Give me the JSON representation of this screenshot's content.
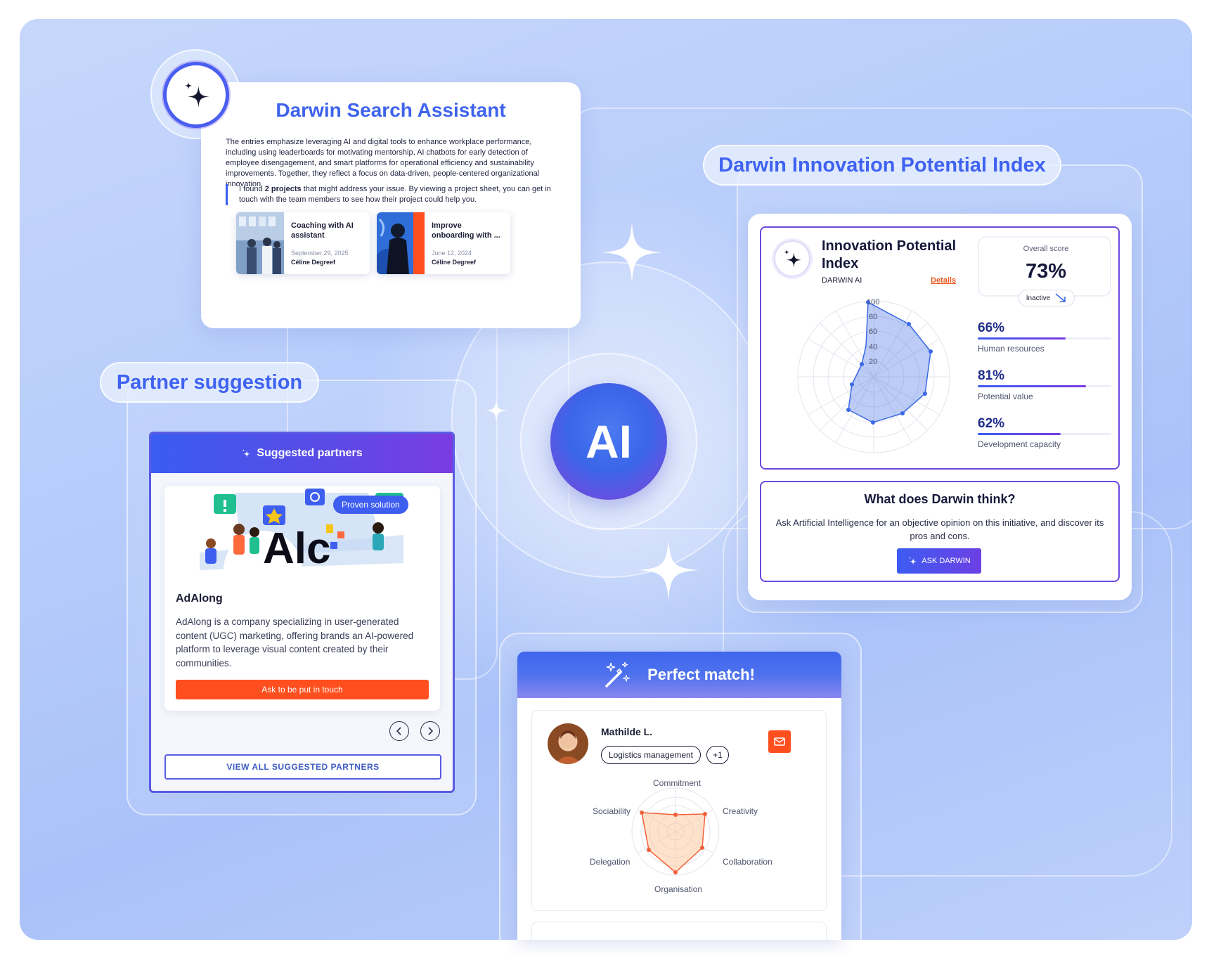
{
  "search_assistant": {
    "title": "Darwin Search Assistant",
    "summary": "The entries emphasize leveraging AI and digital tools to enhance workplace performance, including using leaderboards for motivating mentorship, AI chatbots for early detection of employee disengagement, and smart platforms for operational efficiency and sustainability improvements. Together, they reflect a focus on data-driven, people-centered organizational innovation.",
    "quote_before": "I found ",
    "quote_bold": "2 projects",
    "quote_after": " that might address your issue. By viewing a project sheet, you can get in touch with the team members to see how their project could help you.",
    "projects": [
      {
        "title": "Coaching with AI assistant",
        "date": "September 29, 2025",
        "author": "Céline Degreef"
      },
      {
        "title": "Improve onboarding with ...",
        "date": "June 12, 2024",
        "author": "Céline Degreef"
      }
    ]
  },
  "center": {
    "label": "AI"
  },
  "innovation": {
    "section_title": "Darwin Innovation Potential Index",
    "title": "Innovation Potential Index",
    "subtitle": "DARWIN AI",
    "details_link": "Details",
    "score_label": "Overall score",
    "score_value": "73%",
    "status": "Inactive",
    "radar_ticks": [
      "100",
      "80",
      "60",
      "40",
      "20"
    ],
    "metrics": [
      {
        "value": "66%",
        "label": "Human resources",
        "fraction": 0.66
      },
      {
        "value": "81%",
        "label": "Potential value",
        "fraction": 0.81
      },
      {
        "value": "62%",
        "label": "Development capacity",
        "fraction": 0.62
      }
    ],
    "think_title": "What does Darwin think?",
    "think_text": "Ask Artificial Intelligence for an objective opinion on this initiative, and discover its pros and cons.",
    "ask_button": "ASK DARWIN"
  },
  "partner": {
    "section_title": "Partner suggestion",
    "header": "Suggested partners",
    "badge": "Proven solution",
    "logo_text": "Alc",
    "name": "AdAlong",
    "description": "AdAlong is a company specializing in user-generated content (UGC) marketing, offering brands an AI-powered platform to leverage visual content created by their communities.",
    "contact_button": "Ask to be put in touch",
    "view_all": "VIEW ALL SUGGESTED PARTNERS"
  },
  "match": {
    "title": "Perfect match!",
    "person": "Mathilde L.",
    "tag": "Logistics management",
    "extra_tag": "+1",
    "radar_labels": {
      "top": "Commitment",
      "top_right": "Creativity",
      "bottom_right": "Collaboration",
      "bottom": "Organisation",
      "bottom_left": "Delegation",
      "top_left": "Sociability"
    }
  },
  "colors": {
    "accent": "#3e63ec",
    "purple": "#6a49df",
    "orange": "#ff4f1f"
  }
}
